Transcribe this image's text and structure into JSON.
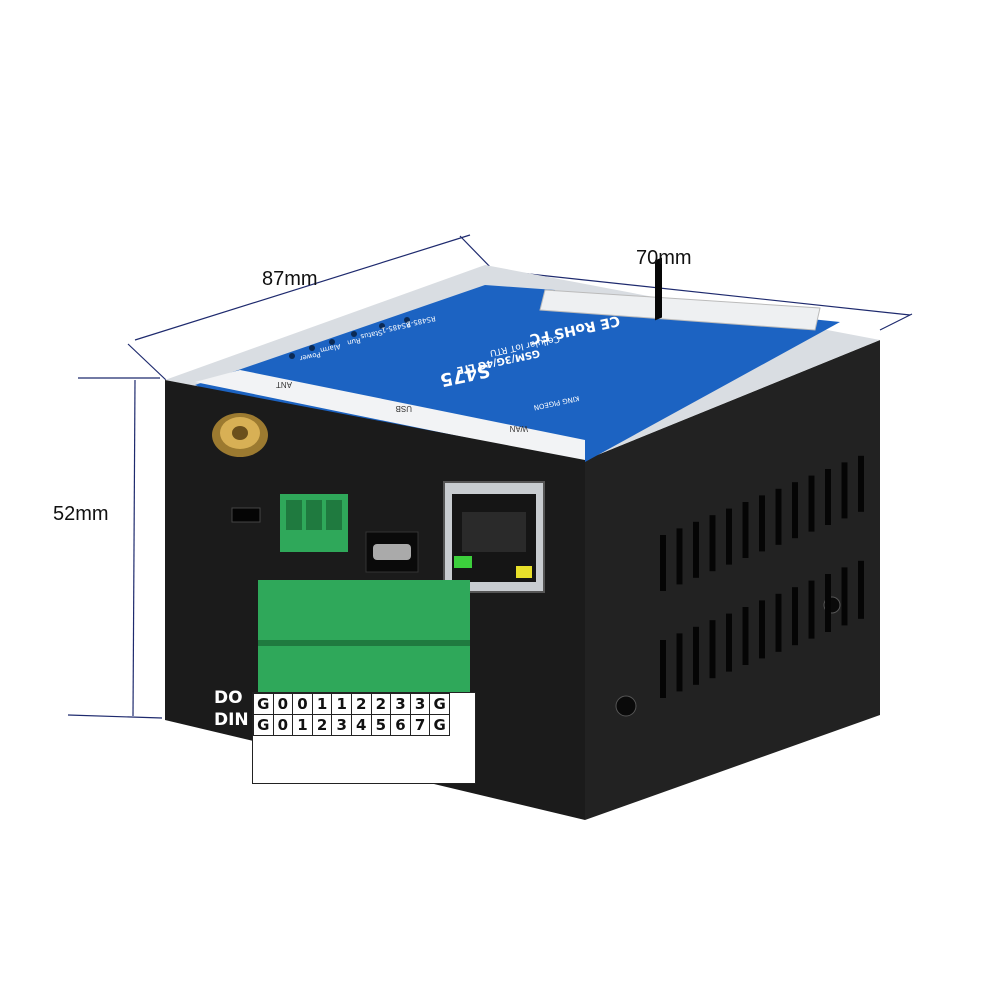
{
  "dimensions": {
    "length": "87mm",
    "width": "70mm",
    "height": "52mm"
  },
  "front_panel": {
    "antenna_label": "ANT",
    "usb_label": "USB",
    "wan_label": "WAN",
    "row_labels": {
      "do": "DO",
      "din": "DIN"
    },
    "do_pins": [
      "G",
      "0",
      "0",
      "1",
      "1",
      "2",
      "2",
      "3",
      "3",
      "G"
    ],
    "din_pins": [
      "G",
      "0",
      "1",
      "2",
      "3",
      "4",
      "5",
      "6",
      "7",
      "G"
    ]
  },
  "top_label": {
    "brand": "KING PIGEON",
    "model": "S475",
    "subtitle": "GSM/3G/4G LTE",
    "description": "Cellular IoT RTU",
    "certs": "CE RoHS FC",
    "led_labels": [
      "Power",
      "Alarm",
      "Run",
      "Status",
      "RS485-1",
      "RS485-2"
    ]
  },
  "colors": {
    "case": "#1c1c1c",
    "label_blue": "#1c63c2",
    "terminal_green": "#2fa85a",
    "dimension_line": "#1e2a6e",
    "antenna_gold": "#c9a24a"
  }
}
